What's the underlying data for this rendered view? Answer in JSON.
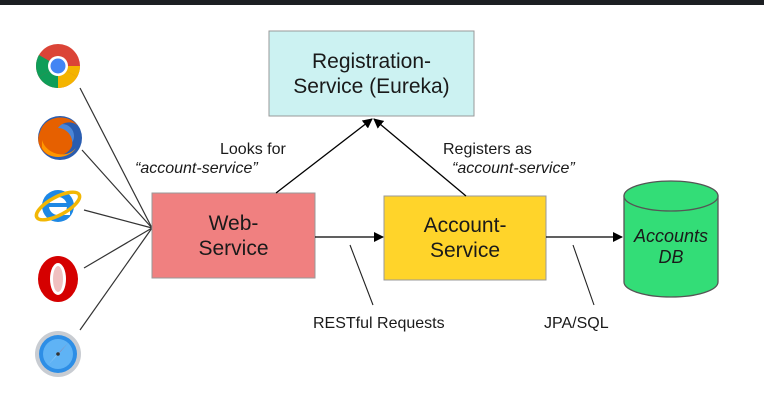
{
  "nodes": {
    "registration": {
      "line1": "Registration-",
      "line2": "Service (Eureka)",
      "fill": "#ccf2f2"
    },
    "web": {
      "line1": "Web-",
      "line2": "Service",
      "fill": "#f08080"
    },
    "account": {
      "line1": "Account-",
      "line2": "Service",
      "fill": "#ffd42a"
    },
    "db": {
      "line1": "Accounts",
      "line2": "DB",
      "fill": "#33dd77"
    }
  },
  "labels": {
    "looks_for": {
      "prefix": "Looks for",
      "service": "“account-service”"
    },
    "registers_as": {
      "prefix": "Registers as",
      "service": "“account-service”"
    },
    "restful": "RESTful Requests",
    "jpa": "JPA/SQL"
  },
  "browsers": [
    {
      "icon": "chrome-icon"
    },
    {
      "icon": "firefox-icon"
    },
    {
      "icon": "internet-explorer-icon"
    },
    {
      "icon": "opera-icon"
    },
    {
      "icon": "safari-icon"
    }
  ]
}
